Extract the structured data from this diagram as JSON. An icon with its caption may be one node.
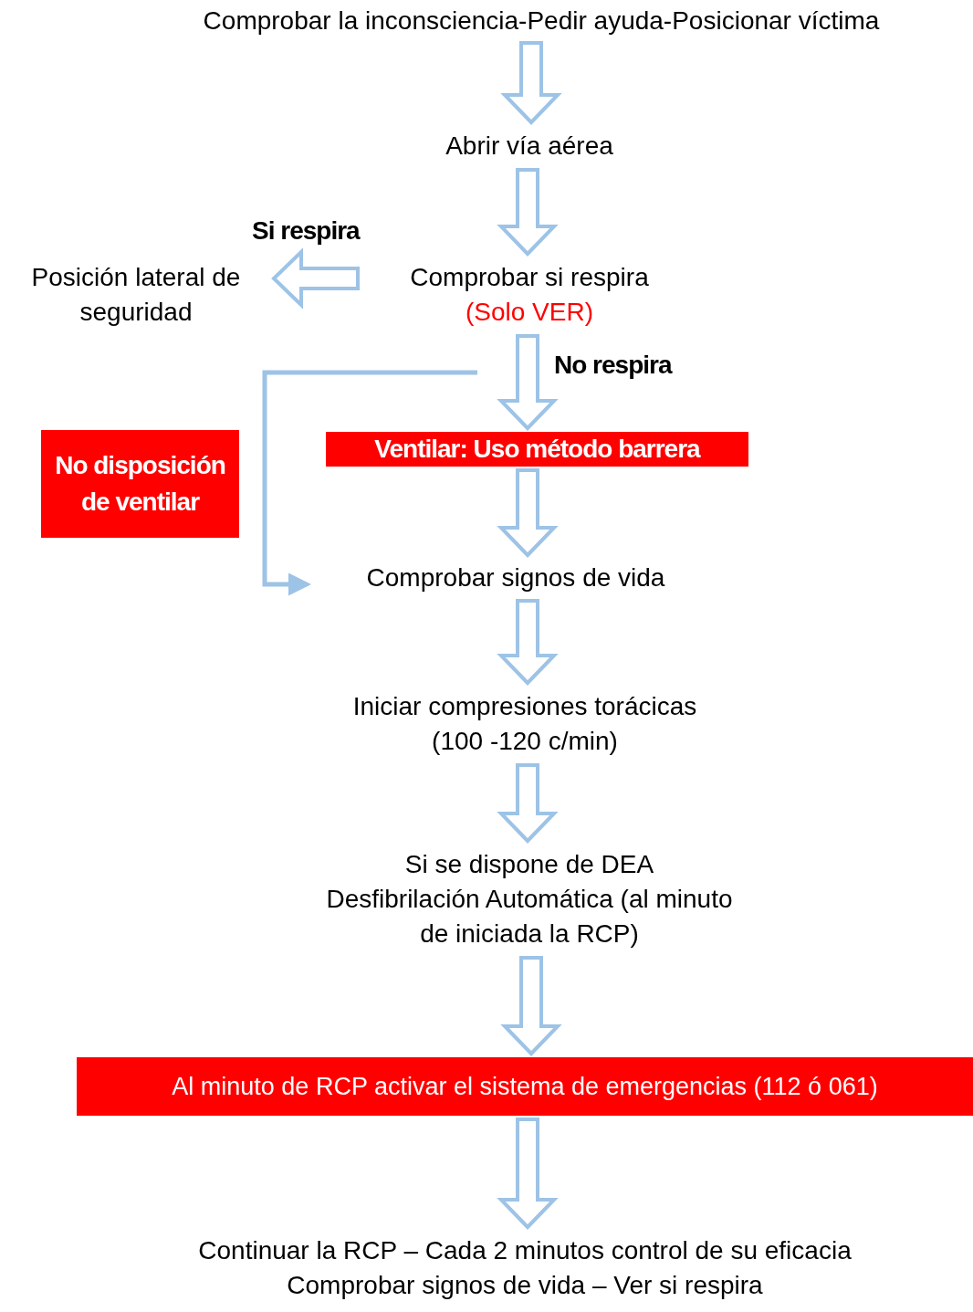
{
  "diagram": {
    "nodes": [
      {
        "text": [
          "Comprobar la inconsciencia-Pedir ayuda-Posicionar víctima"
        ]
      },
      {
        "text": [
          "Abrir vía aérea"
        ]
      },
      {
        "text": [
          "Posición lateral de seguridad"
        ]
      },
      {
        "text": [
          "Comprobar si respira",
          "(Solo VER)"
        ]
      },
      {
        "text": [
          "Ventilar: Uso método barrera"
        ]
      },
      {
        "text": [
          "No disposición de ventilar"
        ]
      },
      {
        "text": [
          "Comprobar signos de vida"
        ]
      },
      {
        "text": [
          "Iniciar compresiones torácicas",
          "(100 -120 c/min)"
        ]
      },
      {
        "text": [
          "Si se dispone de DEA",
          "Desfibrilación Automática (al minuto de iniciada la RCP)"
        ]
      },
      {
        "text": [
          "Al minuto de RCP activar el sistema de emergencias (112 ó 061)"
        ]
      },
      {
        "text": [
          "Continuar la RCP – Cada 2 minutos control de su eficacia",
          "Comprobar signos de vida – Ver si respira"
        ]
      }
    ],
    "edges": [
      {
        "from": 0,
        "to": 1,
        "arrow": "to"
      },
      {
        "from": 1,
        "to": 3,
        "arrow": "to"
      },
      {
        "from": 3,
        "to": 2,
        "arrow": "to",
        "label": "Si respira"
      },
      {
        "from": 3,
        "to": 4,
        "arrow": "to",
        "label": "No respira"
      },
      {
        "from": 3,
        "to": 6,
        "arrow": "to"
      },
      {
        "from": 4,
        "to": 6,
        "arrow": "to"
      },
      {
        "from": 6,
        "to": 7,
        "arrow": "to"
      },
      {
        "from": 7,
        "to": 8,
        "arrow": "to"
      },
      {
        "from": 8,
        "to": 9,
        "arrow": "to"
      },
      {
        "from": 9,
        "to": 10,
        "arrow": "to"
      }
    ]
  }
}
